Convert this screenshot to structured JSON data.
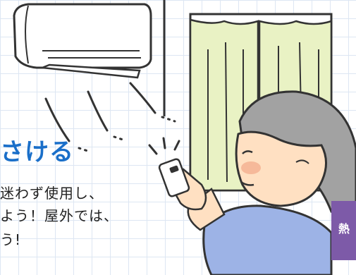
{
  "heading": "さける",
  "body_lines": [
    "迷わず使用し、",
    "よう！屋外では、",
    "う!"
  ],
  "tab_label": "熱",
  "colors": {
    "grid": "#dde6f3",
    "heading_blue": "#1a6fc9",
    "curtain": "#e9f2c4",
    "shirt": "#9db3e6",
    "hair": "#a2a2a2",
    "skin": "#ffe0c2",
    "tab_purple": "#7d5aa8"
  }
}
